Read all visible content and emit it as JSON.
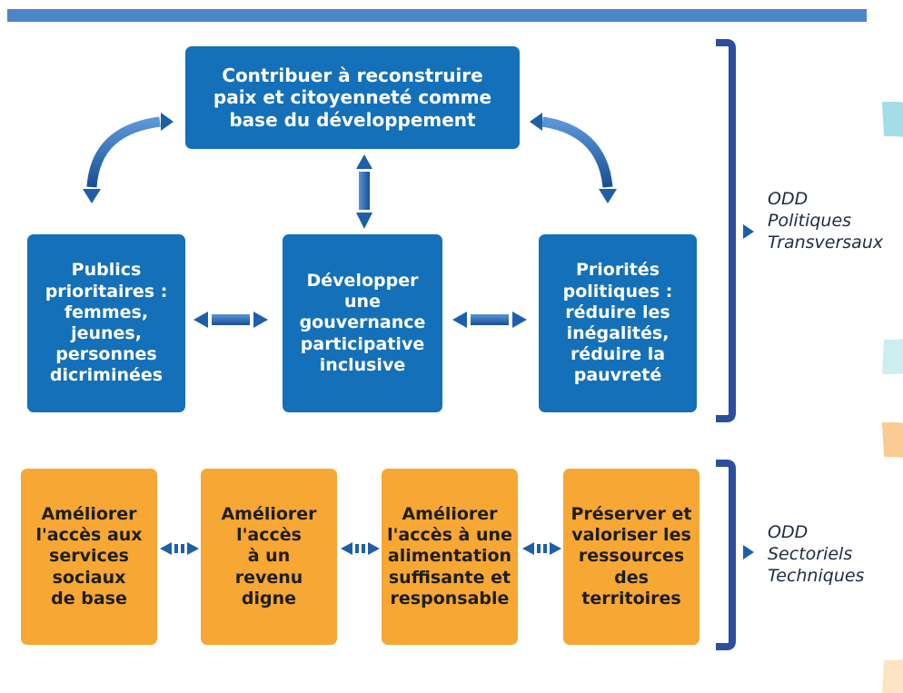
{
  "colors": {
    "accent_blue": "#1470b8",
    "arrow_blue": "#1d5fa8",
    "bracket_blue": "#2b4f9e",
    "box_orange": "#f7a733",
    "fan_cyan": "#9fdbe4",
    "fan_peach": "#f9c98c",
    "top_bar": "#4a86c8"
  },
  "top_box": {
    "label": "Contribuer à reconstruire\npaix et citoyenneté comme\nbase du développement"
  },
  "blue_boxes": [
    {
      "label": "Publics\nprioritaires :\nfemmes,\njeunes,\npersonnes\ndicriminées"
    },
    {
      "label": "Développer une\ngouvernance\nparticipative\ninclusive"
    },
    {
      "label": "Priorités\npolitiques :\nréduire les\ninégalités,\nréduire la\npauvreté"
    }
  ],
  "orange_boxes": [
    {
      "label": "Améliorer\nl'accès aux\nservices\nsociaux\nde base"
    },
    {
      "label": "Améliorer\nl'accès\nà un\nrevenu\ndigne"
    },
    {
      "label": "Améliorer\nl'accès à une\nalimentation\nsuffisante et\nresponsable"
    },
    {
      "label": "Préserver et\nvaloriser les\nressources\ndes\nterritoires"
    }
  ],
  "side_labels": {
    "upper": "ODD\nPolitiques\nTransversaux",
    "lower": "ODD\nSectoriels\nTechniques"
  },
  "icons": [
    "curved-arrow-icon",
    "double-arrow-icon",
    "bracket-icon",
    "fan-icon",
    "triangle-pointer-icon"
  ]
}
